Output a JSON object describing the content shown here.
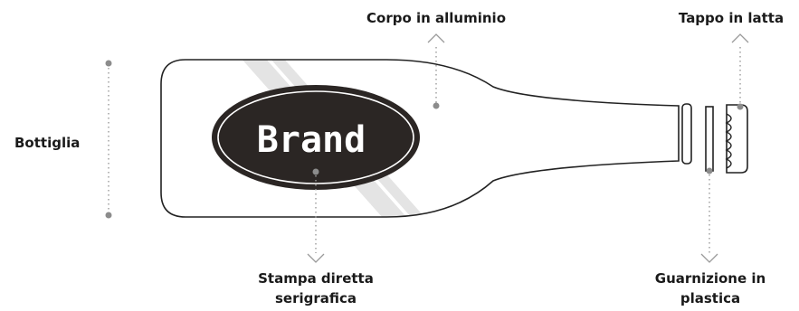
{
  "labels": {
    "bottle": "Bottiglia",
    "body": "Corpo in alluminio",
    "cap": "Tappo in latta",
    "print_line1": "Stampa diretta",
    "print_line2": "serigrafica",
    "gasket_line1": "Guarnizione in",
    "gasket_line2": "plastica"
  },
  "brand": {
    "text": "Brand"
  },
  "colors": {
    "outline": "#222222",
    "brand_fill": "#2b2624",
    "brand_text": "#ffffff",
    "stripe": "#e4e4e4",
    "leader": "#9a9a9a",
    "label_text": "#1a1a1a"
  }
}
